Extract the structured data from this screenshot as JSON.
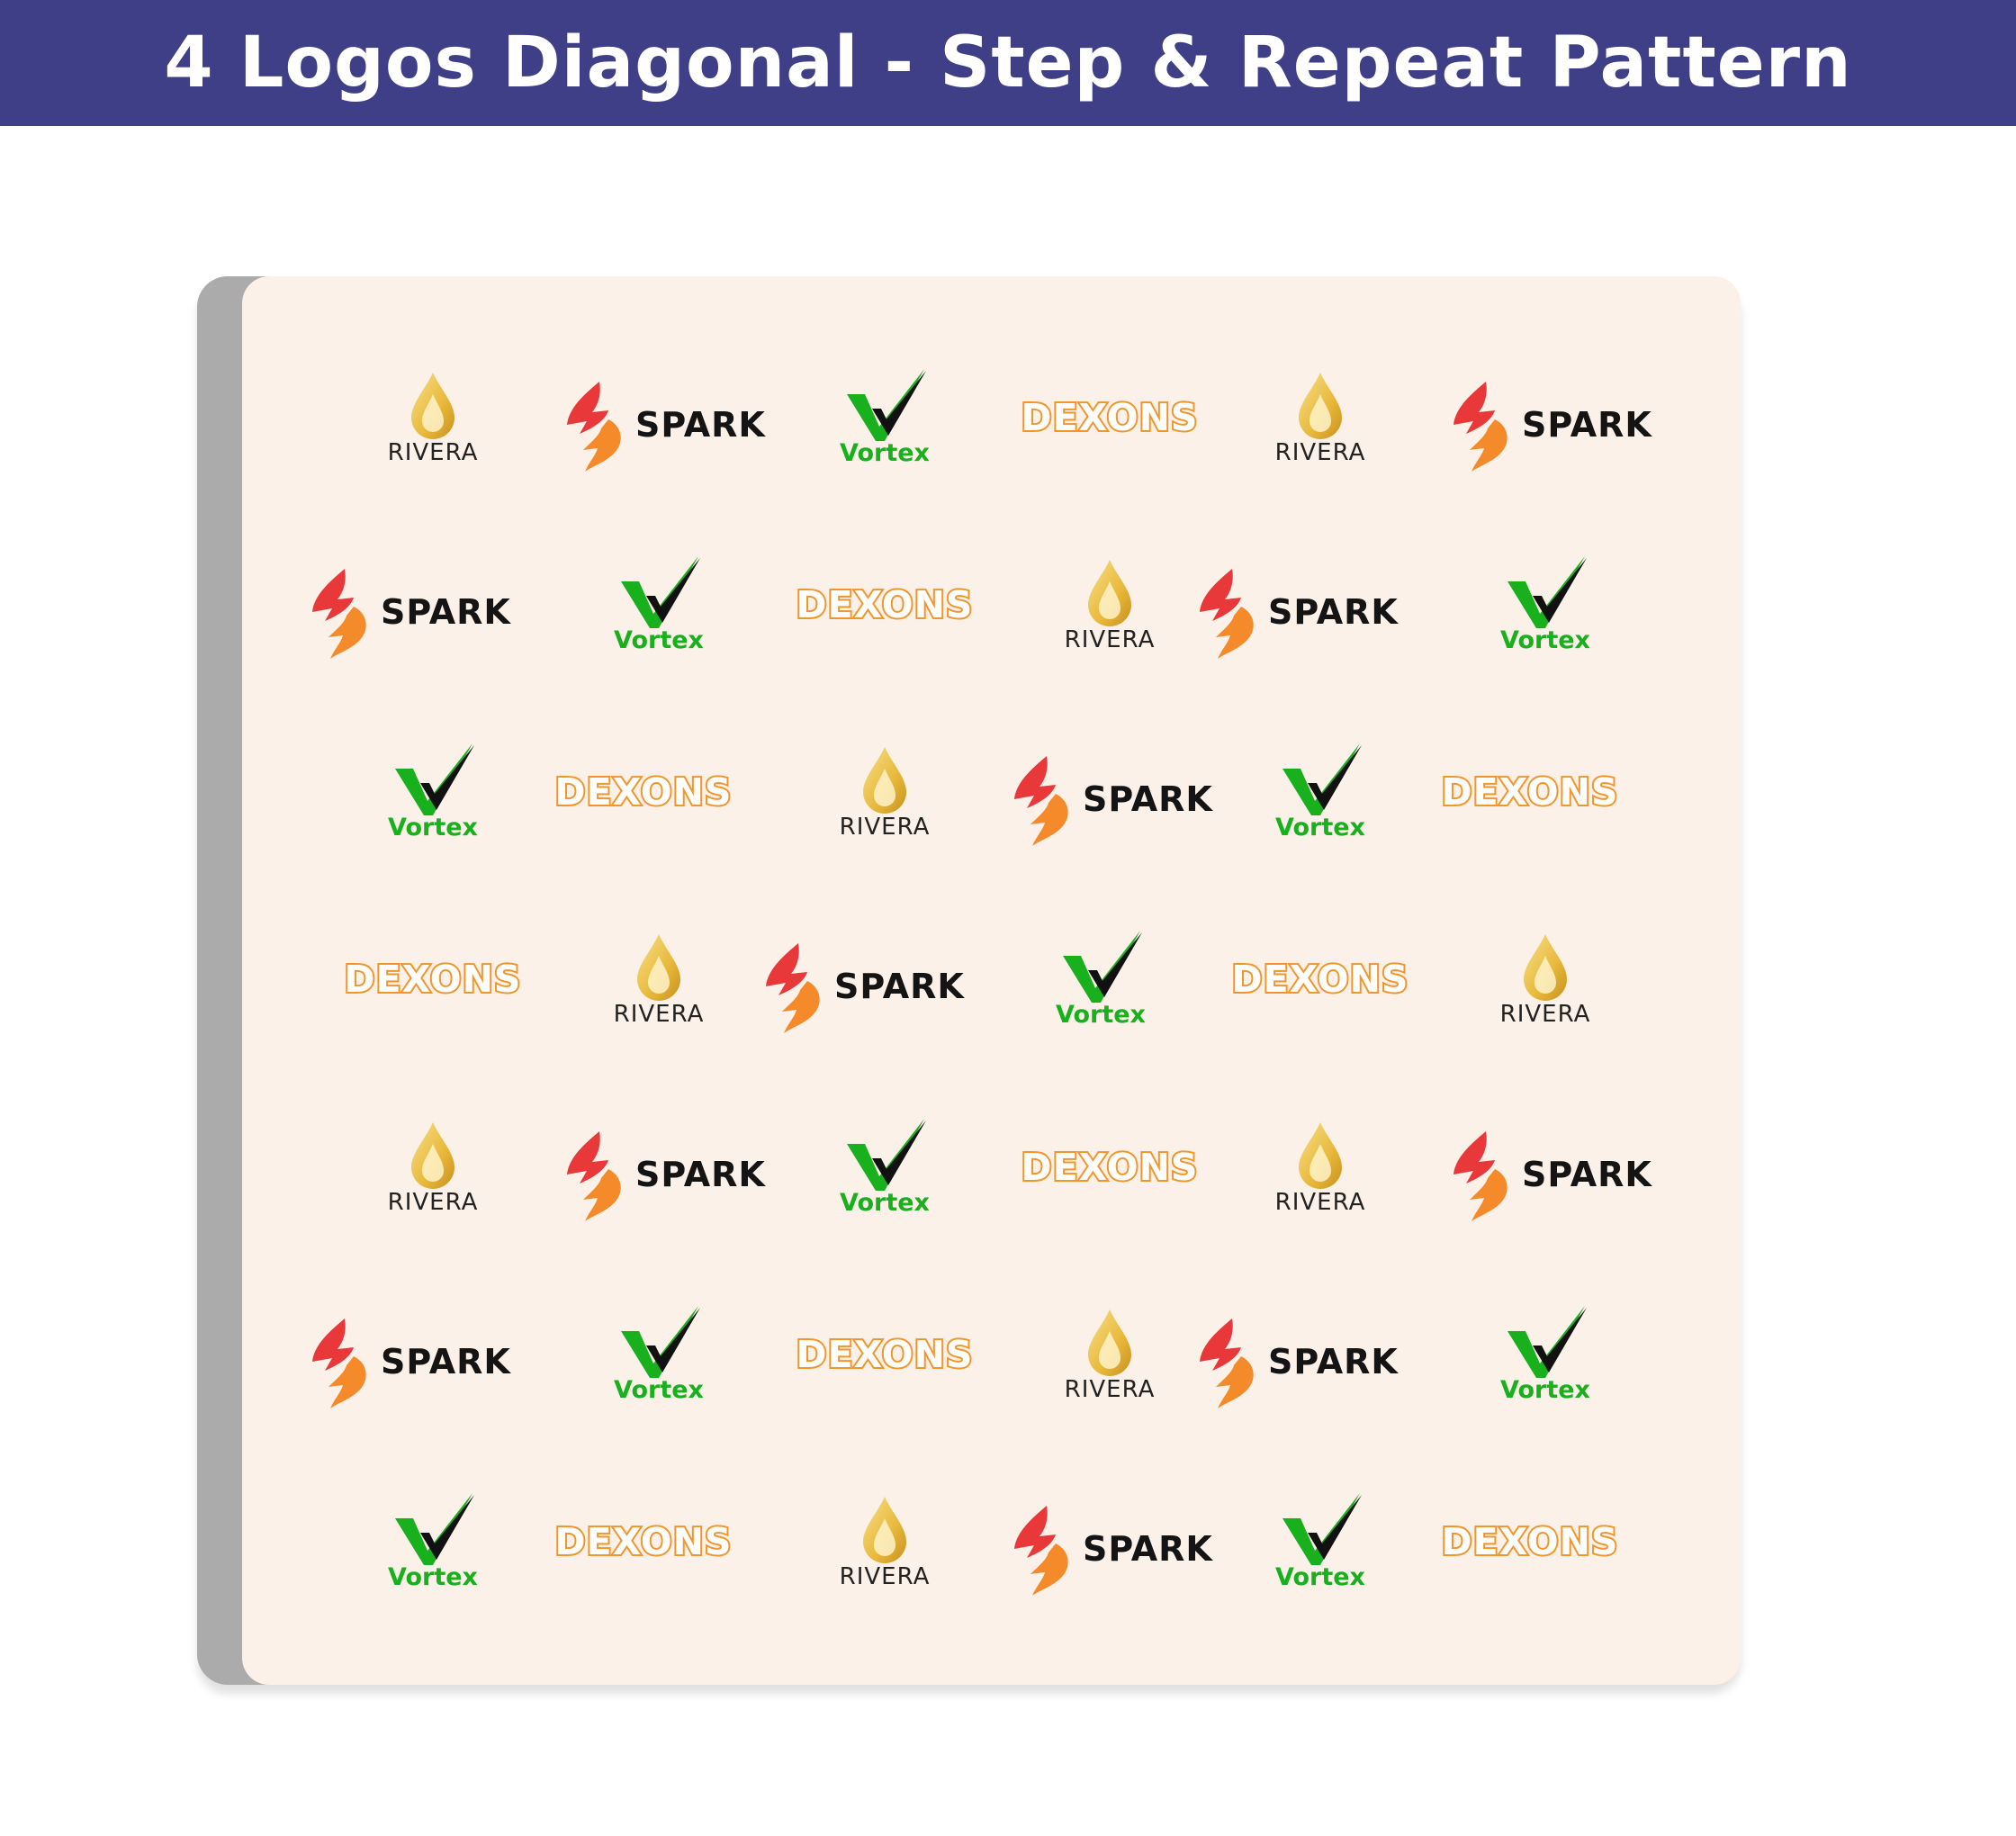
{
  "header": {
    "title": "4 Logos Diagonal - Step & Repeat Pattern"
  },
  "colors": {
    "header_bg": "#3f3f88",
    "panel_bg": "#fcf1e8",
    "backing": "#ababab",
    "spark_red": "#e8383a",
    "spark_orange": "#f58a2a",
    "vortex_green": "#18b01c",
    "dexons_orange": "#f2952a",
    "rivera_gold": "#e8b83a"
  },
  "logos": {
    "rivera": {
      "text": "RIVERA",
      "icon": "gold-drop-icon"
    },
    "spark": {
      "text": "SPARK",
      "icon": "flame-bolt-icon"
    },
    "vortex": {
      "text": "Vortex",
      "icon": "checkmark-icon"
    },
    "dexons": {
      "text": "DEXONS",
      "icon": ""
    }
  },
  "pattern": [
    [
      "rivera",
      "spark",
      "vortex",
      "dexons",
      "rivera",
      "spark"
    ],
    [
      "spark",
      "vortex",
      "dexons",
      "rivera",
      "spark",
      "vortex"
    ],
    [
      "vortex",
      "dexons",
      "rivera",
      "spark",
      "vortex",
      "dexons"
    ],
    [
      "dexons",
      "rivera",
      "spark",
      "vortex",
      "dexons",
      "rivera"
    ],
    [
      "rivera",
      "spark",
      "vortex",
      "dexons",
      "rivera",
      "spark"
    ],
    [
      "spark",
      "vortex",
      "dexons",
      "rivera",
      "spark",
      "vortex"
    ],
    [
      "vortex",
      "dexons",
      "rivera",
      "spark",
      "vortex",
      "dexons"
    ]
  ]
}
